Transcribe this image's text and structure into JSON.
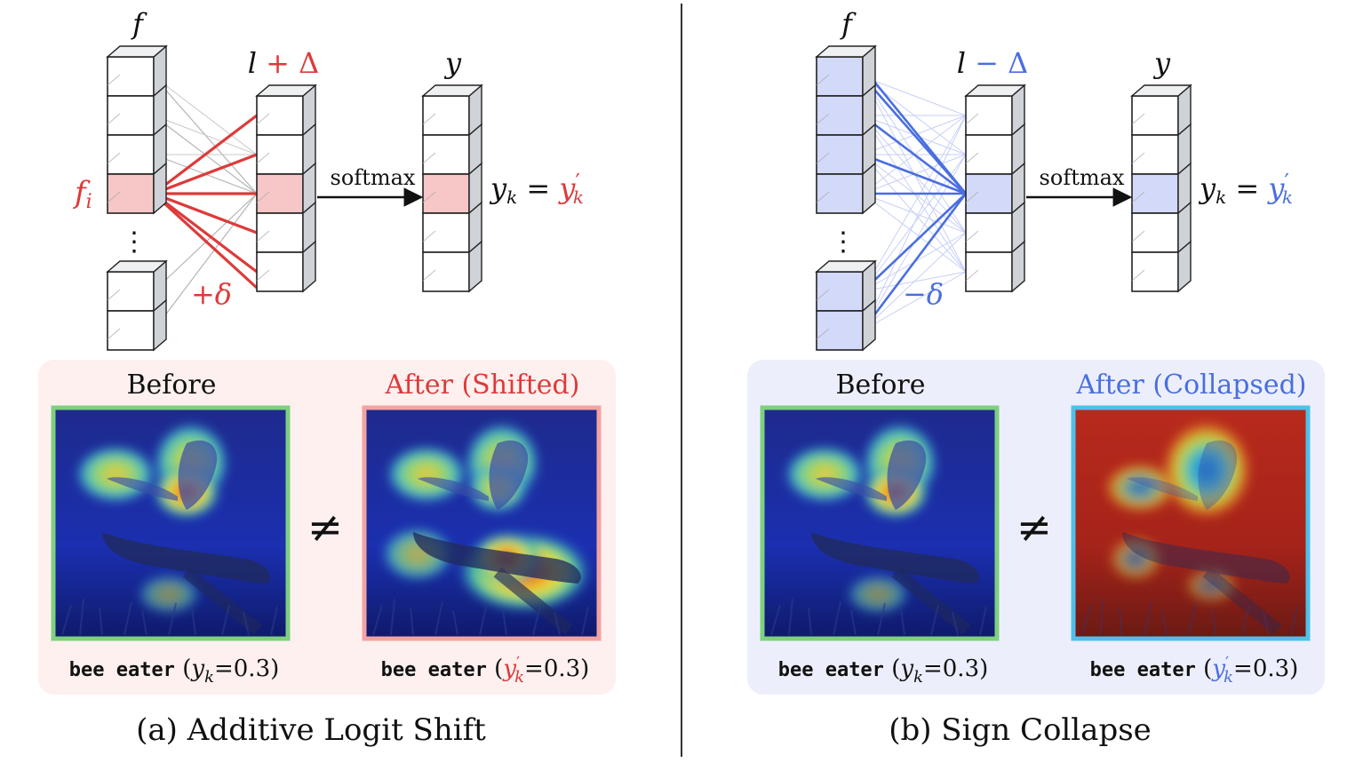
{
  "panels": [
    {
      "id": "a",
      "accent": "#dd3a3a",
      "fill_highlight": "#f7c6c6",
      "box_bg": "#fdf0ee",
      "before_border": "#7fd07f",
      "after_border": "#f2a3a3",
      "diagram": {
        "feature_label": "f",
        "feature_index_label": "f",
        "feature_index_sub": "i",
        "dots": "⋮",
        "logit_base": "l",
        "logit_op": " + Δ",
        "delta_label": "+δ",
        "output_label": "y",
        "arrow_label": "softmax",
        "eq_lhs": "y",
        "eq_lhs_sub": "k",
        "eq_sign": " = ",
        "eq_rhs": "y",
        "eq_rhs_prime": "′",
        "eq_rhs_sub": "k"
      },
      "before_title": "Before",
      "after_title": "After (Shifted)",
      "neq": "≠",
      "before_caption": {
        "cls": "bee eater",
        "open": " (",
        "var": "y",
        "prime": "",
        "sub": "k",
        "val": "=0.3)"
      },
      "after_caption": {
        "cls": "bee eater",
        "open": " (",
        "var": "y",
        "prime": "′",
        "sub": "k",
        "val": "=0.3)"
      },
      "caption": "(a) Additive Logit Shift"
    },
    {
      "id": "b",
      "accent": "#4a6ee0",
      "fill_highlight": "#d3d9f8",
      "box_bg": "#eceffb",
      "before_border": "#7fd07f",
      "after_border": "#4fc0ea",
      "diagram": {
        "feature_label": "f",
        "dots": "⋮",
        "logit_base": "l",
        "logit_op": " − Δ",
        "delta_label": "−δ",
        "output_label": "y",
        "arrow_label": "softmax",
        "eq_lhs": "y",
        "eq_lhs_sub": "k",
        "eq_sign": " = ",
        "eq_rhs": "y",
        "eq_rhs_prime": "′",
        "eq_rhs_sub": "k"
      },
      "before_title": "Before",
      "after_title": "After (Collapsed)",
      "neq": "≠",
      "before_caption": {
        "cls": "bee eater",
        "open": " (",
        "var": "y",
        "prime": "",
        "sub": "k",
        "val": "=0.3)"
      },
      "after_caption": {
        "cls": "bee eater",
        "open": " (",
        "var": "y",
        "prime": "′",
        "sub": "k",
        "val": "=0.3)"
      },
      "caption": "(b) Sign Collapse"
    }
  ]
}
